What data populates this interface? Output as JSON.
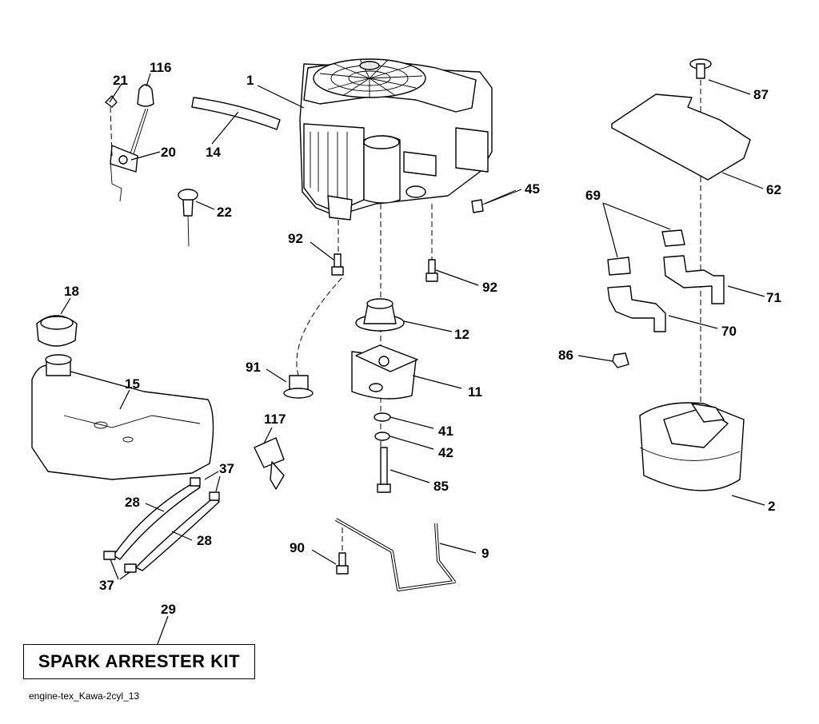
{
  "callouts": {
    "c1": "1",
    "c2": "2",
    "c9": "9",
    "c11": "11",
    "c12": "12",
    "c14": "14",
    "c15": "15",
    "c18": "18",
    "c20": "20",
    "c21": "21",
    "c22": "22",
    "c28a": "28",
    "c28b": "28",
    "c29": "29",
    "c37a": "37",
    "c37b": "37",
    "c41": "41",
    "c42": "42",
    "c45": "45",
    "c62": "62",
    "c69": "69",
    "c70": "70",
    "c71": "71",
    "c85": "85",
    "c86": "86",
    "c87": "87",
    "c90": "90",
    "c91": "91",
    "c92a": "92",
    "c92b": "92",
    "c116": "116",
    "c117": "117"
  },
  "kit_label": "SPARK ARRESTER KIT",
  "footer_id": "engine-tex_Kawa-2cyl_13"
}
